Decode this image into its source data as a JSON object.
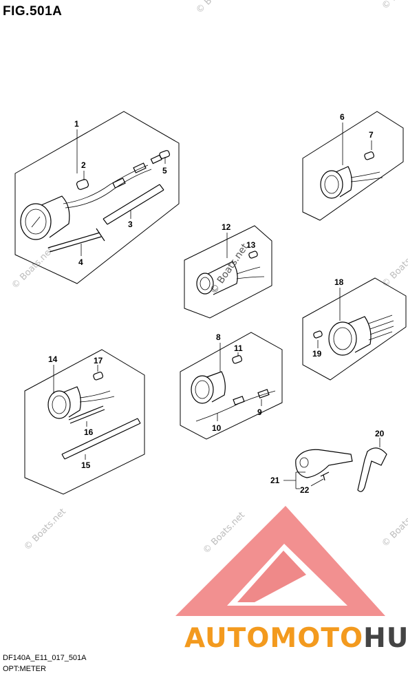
{
  "figure": {
    "title": "FIG.501A",
    "code_line_1": "DF140A_E11_017_501A",
    "code_line_2": "OPT:METER"
  },
  "watermark": {
    "text": "© Boats.net"
  },
  "brand": {
    "part1": "AUTOMOTO",
    "part2": "HUB",
    "color_red": "#e23a3a",
    "color_orange": "#f39a1e",
    "color_dark": "#444444"
  },
  "callouts": [
    "1",
    "2",
    "3",
    "4",
    "5",
    "6",
    "7",
    "8",
    "9",
    "10",
    "11",
    "12",
    "13",
    "14",
    "15",
    "16",
    "17",
    "18",
    "19",
    "20",
    "21",
    "22"
  ]
}
